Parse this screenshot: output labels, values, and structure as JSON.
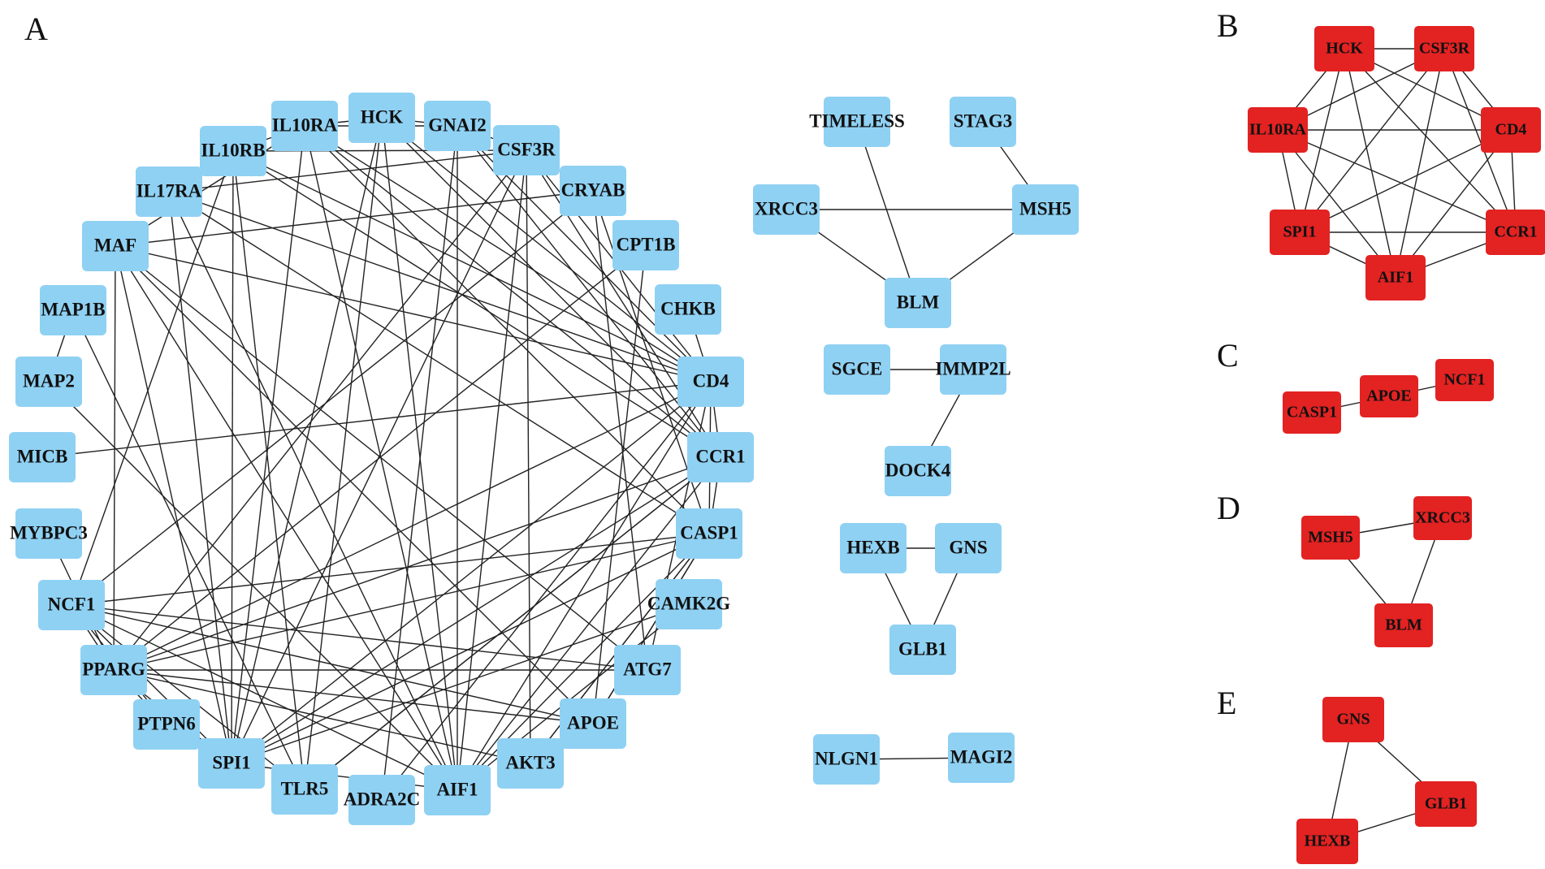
{
  "colors": {
    "blue_node": "#8FD1F3",
    "red_node": "#E32222",
    "edge": "#222222",
    "label": "#111111"
  },
  "panels": [
    {
      "letter": "A",
      "nodes": [
        "HCK",
        "GNAI2",
        "CSF3R",
        "CRYAB",
        "CPT1B",
        "CHKB",
        "CD4",
        "CCR1",
        "CASP1",
        "CAMK2G",
        "ATG7",
        "APOE",
        "AKT3",
        "AIF1",
        "ADRA2C",
        "TLR5",
        "SPI1",
        "PTPN6",
        "PPARG",
        "NCF1",
        "MYBPC3",
        "MICB",
        "MAP2",
        "MAP1B",
        "MAF",
        "IL17RA",
        "IL10RB",
        "IL10RA",
        "TIMELESS",
        "STAG3",
        "XRCC3",
        "MSH5",
        "BLM",
        "SGCE",
        "IMMP2L",
        "DOCK4",
        "HEXB",
        "GNS",
        "GLB1",
        "NLGN1",
        "MAGI2"
      ],
      "edges": [
        [
          "HCK",
          "GNAI2"
        ],
        [
          "HCK",
          "CD4"
        ],
        [
          "HCK",
          "CCR1"
        ],
        [
          "HCK",
          "SPI1"
        ],
        [
          "HCK",
          "AIF1"
        ],
        [
          "HCK",
          "TLR5"
        ],
        [
          "HCK",
          "IL10RA"
        ],
        [
          "GNAI2",
          "CSF3R"
        ],
        [
          "GNAI2",
          "CD4"
        ],
        [
          "GNAI2",
          "AIF1"
        ],
        [
          "GNAI2",
          "CCR1"
        ],
        [
          "GNAI2",
          "ADRA2C"
        ],
        [
          "GNAI2",
          "IL10RA"
        ],
        [
          "CSF3R",
          "SPI1"
        ],
        [
          "CSF3R",
          "AIF1"
        ],
        [
          "CSF3R",
          "IL17RA"
        ],
        [
          "CSF3R",
          "CD4"
        ],
        [
          "CSF3R",
          "CCR1"
        ],
        [
          "CSF3R",
          "PPARG"
        ],
        [
          "CSF3R",
          "AKT3"
        ],
        [
          "CSF3R",
          "IL10RB"
        ],
        [
          "CRYAB",
          "MAF"
        ],
        [
          "CRYAB",
          "CASP1"
        ],
        [
          "CRYAB",
          "ATG7"
        ],
        [
          "CRYAB",
          "NCF1"
        ],
        [
          "CPT1B",
          "PPARG"
        ],
        [
          "CPT1B",
          "APOE"
        ],
        [
          "CHKB",
          "CD4"
        ],
        [
          "CD4",
          "MICB"
        ],
        [
          "CD4",
          "IL10RA"
        ],
        [
          "CD4",
          "IL10RB"
        ],
        [
          "CD4",
          "IL17RA"
        ],
        [
          "CD4",
          "MAF"
        ],
        [
          "CD4",
          "SPI1"
        ],
        [
          "CD4",
          "AIF1"
        ],
        [
          "CD4",
          "CCR1"
        ],
        [
          "CD4",
          "PPARG"
        ],
        [
          "CD4",
          "CASP1"
        ],
        [
          "CCR1",
          "IL10RA"
        ],
        [
          "CCR1",
          "IL10RB"
        ],
        [
          "CCR1",
          "SPI1"
        ],
        [
          "CCR1",
          "AIF1"
        ],
        [
          "CCR1",
          "PPARG"
        ],
        [
          "CCR1",
          "TLR5"
        ],
        [
          "CCR1",
          "CASP1"
        ],
        [
          "CASP1",
          "NCF1"
        ],
        [
          "CASP1",
          "IL17RA"
        ],
        [
          "CASP1",
          "IL10RA"
        ],
        [
          "CASP1",
          "PPARG"
        ],
        [
          "CASP1",
          "SPI1"
        ],
        [
          "CASP1",
          "AKT3"
        ],
        [
          "CASP1",
          "APOE"
        ],
        [
          "CASP1",
          "AIF1"
        ],
        [
          "CAMK2G",
          "SPI1"
        ],
        [
          "CAMK2G",
          "AIF1"
        ],
        [
          "ATG7",
          "PPARG"
        ],
        [
          "ATG7",
          "NCF1"
        ],
        [
          "ATG7",
          "CD4"
        ],
        [
          "APOE",
          "NCF1"
        ],
        [
          "APOE",
          "PPARG"
        ],
        [
          "APOE",
          "CASP1"
        ],
        [
          "APOE",
          "MAF"
        ],
        [
          "AKT3",
          "PPARG"
        ],
        [
          "AKT3",
          "CASP1"
        ],
        [
          "AIF1",
          "SPI1"
        ],
        [
          "AIF1",
          "MAP2"
        ],
        [
          "AIF1",
          "IL17RA"
        ],
        [
          "AIF1",
          "NCF1"
        ],
        [
          "AIF1",
          "MAF"
        ],
        [
          "AIF1",
          "IL10RA"
        ],
        [
          "ADRA2C",
          "CD4"
        ],
        [
          "TLR5",
          "CCR1"
        ],
        [
          "TLR5",
          "NCF1"
        ],
        [
          "TLR5",
          "MAP1B"
        ],
        [
          "TLR5",
          "IL10RB"
        ],
        [
          "SPI1",
          "IL10RA"
        ],
        [
          "SPI1",
          "IL10RB"
        ],
        [
          "SPI1",
          "NCF1"
        ],
        [
          "SPI1",
          "PPARG"
        ],
        [
          "SPI1",
          "MAF"
        ],
        [
          "SPI1",
          "IL17RA"
        ],
        [
          "PTPN6",
          "NCF1"
        ],
        [
          "PTPN6",
          "PPARG"
        ],
        [
          "PPARG",
          "NCF1"
        ],
        [
          "PPARG",
          "MAF"
        ],
        [
          "PPARG",
          "MYBPC3"
        ],
        [
          "NCF1",
          "IL10RB"
        ],
        [
          "MAP1B",
          "MAP2"
        ],
        [
          "MAF",
          "ATG7"
        ],
        [
          "MAF",
          "IL10RA"
        ],
        [
          "IL10RB",
          "IL10RA"
        ],
        [
          "TIMELESS",
          "BLM"
        ],
        [
          "STAG3",
          "MSH5"
        ],
        [
          "XRCC3",
          "MSH5"
        ],
        [
          "XRCC3",
          "BLM"
        ],
        [
          "MSH5",
          "BLM"
        ],
        [
          "SGCE",
          "IMMP2L"
        ],
        [
          "IMMP2L",
          "DOCK4"
        ],
        [
          "HEXB",
          "GNS"
        ],
        [
          "HEXB",
          "GLB1"
        ],
        [
          "GNS",
          "GLB1"
        ],
        [
          "NLGN1",
          "MAGI2"
        ]
      ]
    },
    {
      "letter": "B",
      "nodes": [
        "HCK",
        "CSF3R",
        "IL10RA",
        "CD4",
        "SPI1",
        "CCR1",
        "AIF1"
      ],
      "edges": "complete"
    },
    {
      "letter": "C",
      "nodes": [
        "CASP1",
        "APOE",
        "NCF1"
      ],
      "edges": [
        [
          "CASP1",
          "APOE"
        ],
        [
          "APOE",
          "NCF1"
        ]
      ]
    },
    {
      "letter": "D",
      "nodes": [
        "MSH5",
        "XRCC3",
        "BLM"
      ],
      "edges": [
        [
          "MSH5",
          "XRCC3"
        ],
        [
          "MSH5",
          "BLM"
        ],
        [
          "XRCC3",
          "BLM"
        ]
      ]
    },
    {
      "letter": "E",
      "nodes": [
        "GNS",
        "GLB1",
        "HEXB"
      ],
      "edges": [
        [
          "GNS",
          "GLB1"
        ],
        [
          "GNS",
          "HEXB"
        ],
        [
          "GLB1",
          "HEXB"
        ]
      ]
    }
  ]
}
